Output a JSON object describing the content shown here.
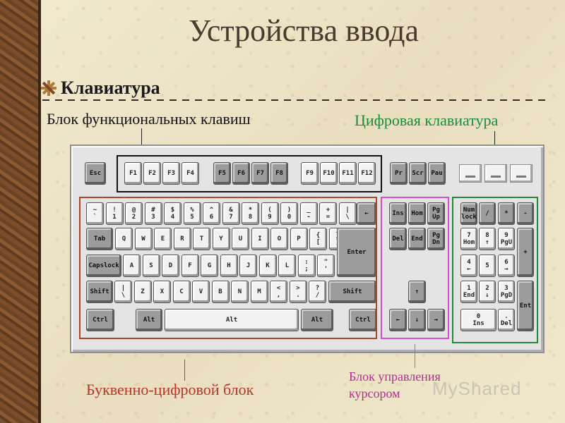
{
  "title": "Устройства ввода",
  "bullet": "Клавиатура",
  "labels": {
    "function_block": "Блок функциональных клавиш",
    "numeric_keypad": "Цифровая клавиатура",
    "alphanumeric_block": "Буквенно-цифровой блок",
    "cursor_block_line1": "Блок управления",
    "cursor_block_line2": "курсором"
  },
  "watermark": "MyShared",
  "colors": {
    "function_box": "#111111",
    "alphanumeric_box": "#a5482a",
    "cursor_box": "#d64bd0",
    "numeric_box": "#22883a"
  },
  "keys": {
    "esc": "Esc",
    "f": [
      "F1",
      "F2",
      "F3",
      "F4",
      "F5",
      "F6",
      "F7",
      "F8",
      "F9",
      "F10",
      "F11",
      "F12"
    ],
    "sys": [
      "Pr",
      "Scr",
      "Pau"
    ],
    "row1": [
      "~\n`",
      "!\n1",
      "@\n2",
      "#\n3",
      "$\n4",
      "%\n5",
      "^\n6",
      "&\n7",
      "*\n8",
      "(\n9",
      ")\n0",
      "_\n-",
      "+\n=",
      "|\n\\"
    ],
    "backspace": "←",
    "tab": "Tab",
    "row2": [
      "Q",
      "W",
      "E",
      "R",
      "T",
      "Y",
      "U",
      "I",
      "O",
      "P",
      "{\n[",
      "}\n]"
    ],
    "capslock": "Capslock",
    "row3": [
      "A",
      "S",
      "D",
      "F",
      "G",
      "H",
      "J",
      "K",
      "L",
      ":\n;",
      "\"\n'"
    ],
    "enter": "Enter",
    "shift": "Shift",
    "row4": [
      "|\n\\",
      "Z",
      "X",
      "C",
      "V",
      "B",
      "N",
      "M",
      "<\n,",
      ">\n.",
      "?\n/"
    ],
    "ctrl": "Ctrl",
    "alt": "Alt",
    "cursor_top": [
      "Ins",
      "Hom",
      "Pg\nUp",
      "Del",
      "End",
      "Pg\nDn"
    ],
    "arrows": [
      "↑",
      "←",
      "↓",
      "→"
    ],
    "numpad": [
      "Num\nlock",
      "/",
      "*",
      "-",
      "7\nHom",
      "8\n↑",
      "9\nPgU",
      "+",
      "4\n←",
      "5",
      "6\n→",
      "1\nEnd",
      "2\n↓",
      "3\nPgD",
      "Ent",
      "0\nIns",
      ".\nDel"
    ]
  }
}
